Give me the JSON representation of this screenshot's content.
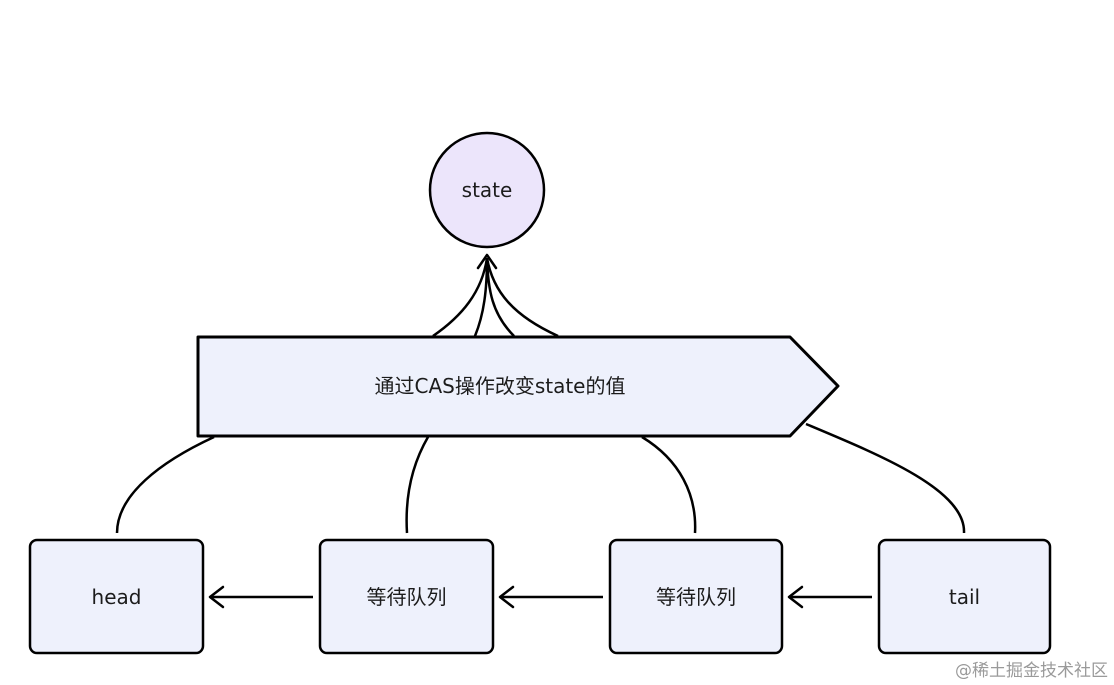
{
  "nodes": {
    "state": "state",
    "cas_process": "通过CAS操作改变state的值",
    "head": "head",
    "queue_1": "等待队列",
    "queue_2": "等待队列",
    "tail": "tail"
  },
  "watermark": "@稀土掘金技术社区",
  "colors": {
    "state_fill": "#ece5fb",
    "box_fill": "#eef1fc",
    "stroke": "#000000"
  }
}
